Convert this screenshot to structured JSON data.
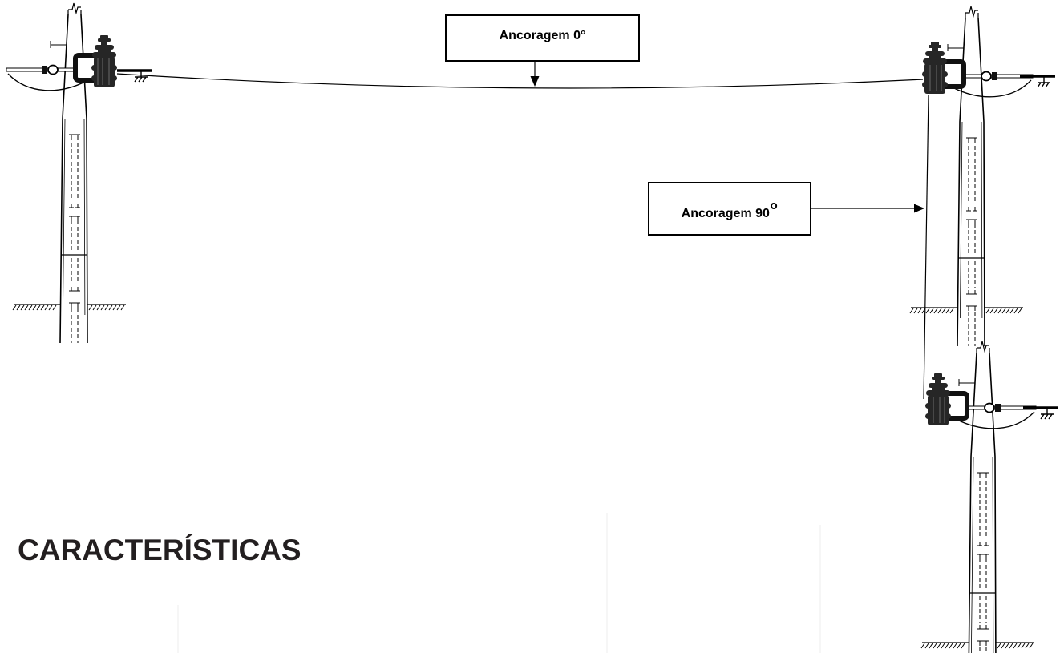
{
  "labels": {
    "anchoring_0": "Ancoragem 0°",
    "anchoring_90": "Ancoragem 90",
    "anchoring_90_degree": "°"
  },
  "heading": "CARACTERÍSTICAS"
}
